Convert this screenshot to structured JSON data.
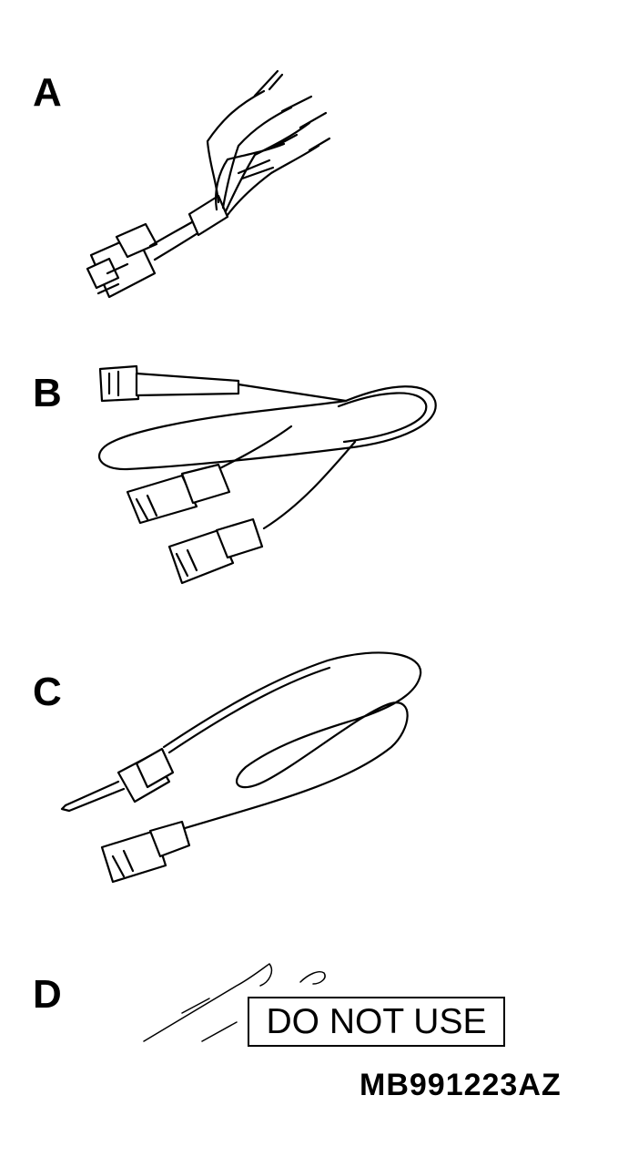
{
  "panels": {
    "a": {
      "label": "A"
    },
    "b": {
      "label": "B"
    },
    "c": {
      "label": "C"
    },
    "d": {
      "label": "D",
      "note": "DO NOT USE"
    }
  },
  "part_number": "MB991223AZ"
}
